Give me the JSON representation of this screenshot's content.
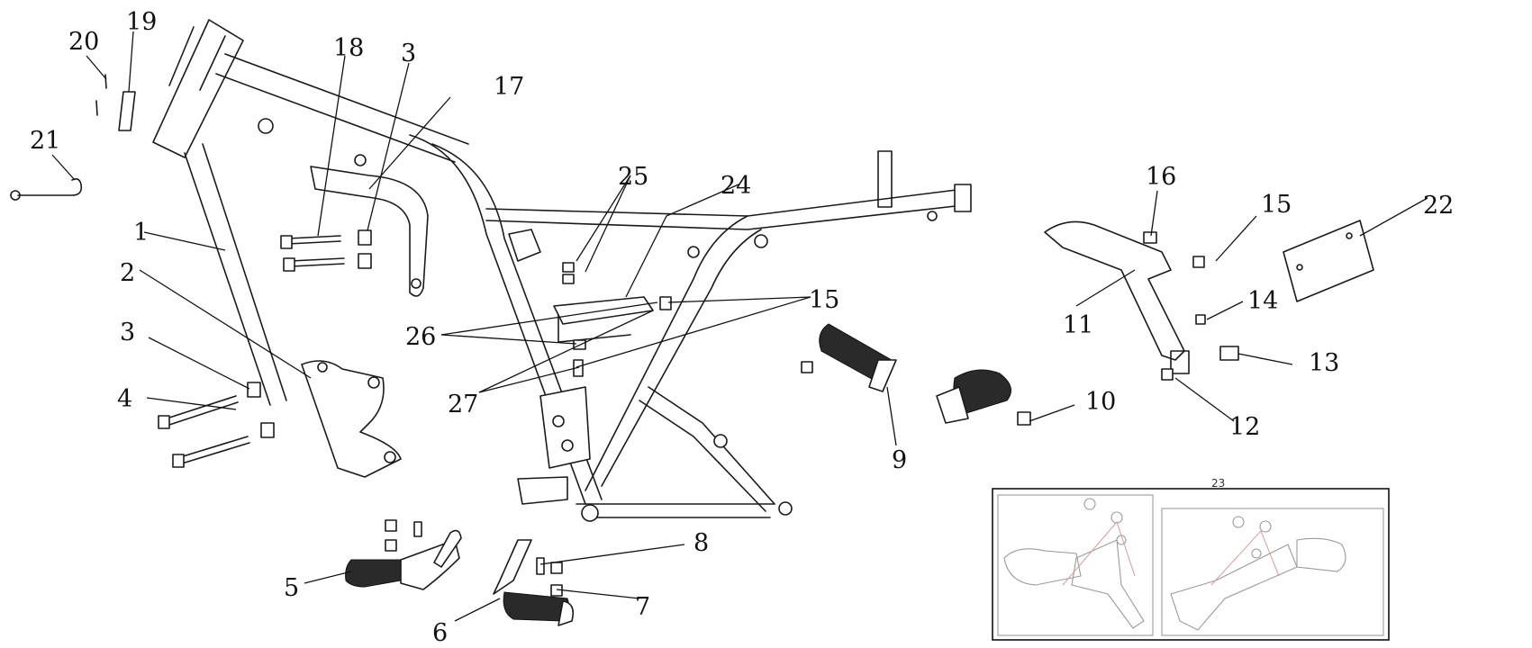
{
  "callouts": [
    {
      "id": "c1",
      "label": "1"
    },
    {
      "id": "c2",
      "label": "2"
    },
    {
      "id": "c3a",
      "label": "3"
    },
    {
      "id": "c3b",
      "label": "3"
    },
    {
      "id": "c4",
      "label": "4"
    },
    {
      "id": "c5",
      "label": "5"
    },
    {
      "id": "c6",
      "label": "6"
    },
    {
      "id": "c7",
      "label": "7"
    },
    {
      "id": "c8",
      "label": "8"
    },
    {
      "id": "c9",
      "label": "9"
    },
    {
      "id": "c10",
      "label": "10"
    },
    {
      "id": "c11",
      "label": "11"
    },
    {
      "id": "c12",
      "label": "12"
    },
    {
      "id": "c13",
      "label": "13"
    },
    {
      "id": "c14",
      "label": "14"
    },
    {
      "id": "c15a",
      "label": "15"
    },
    {
      "id": "c15b",
      "label": "15"
    },
    {
      "id": "c16",
      "label": "16"
    },
    {
      "id": "c17",
      "label": "17"
    },
    {
      "id": "c18",
      "label": "18"
    },
    {
      "id": "c19",
      "label": "19"
    },
    {
      "id": "c20",
      "label": "20"
    },
    {
      "id": "c21",
      "label": "21"
    },
    {
      "id": "c22",
      "label": "22"
    },
    {
      "id": "c24",
      "label": "24"
    },
    {
      "id": "c25",
      "label": "25"
    },
    {
      "id": "c26",
      "label": "26"
    },
    {
      "id": "c27",
      "label": "27"
    }
  ],
  "inset": {
    "title": "23"
  }
}
